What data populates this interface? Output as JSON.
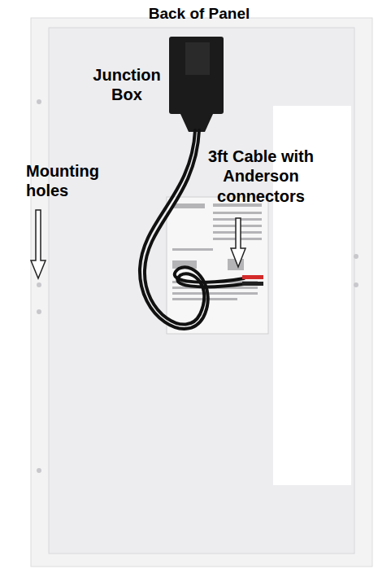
{
  "diagram": {
    "title": "Back of Panel",
    "labels": [
      "Junction Box",
      "Mounting holes",
      "3ft Cable with Anderson connectors"
    ]
  }
}
